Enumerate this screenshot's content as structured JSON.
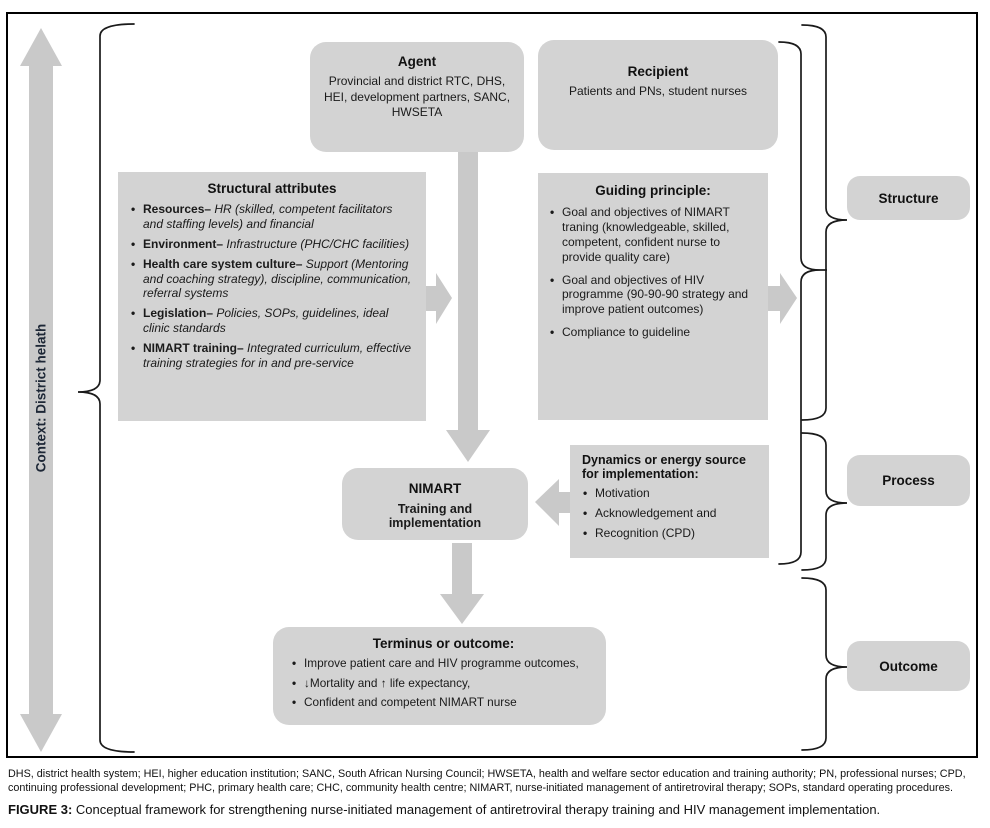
{
  "context": {
    "label": "Context: District helath"
  },
  "agent": {
    "title": "Agent",
    "body": "Provincial and district RTC, DHS, HEI, development partners, SANC, HWSETA"
  },
  "recipient": {
    "title": "Recipient",
    "body": "Patients and PNs, student nurses"
  },
  "structural": {
    "title": "Structural attributes",
    "bullets": [
      {
        "term": "Resources– ",
        "rest": "HR (skilled, competent facilitators and staffing levels) and financial"
      },
      {
        "term": "Environment– ",
        "rest": "Infrastructure (PHC/CHC facilities)"
      },
      {
        "term": "Health care system culture– ",
        "rest": "Support (Mentoring and coaching strategy), discipline, communication, referral systems"
      },
      {
        "term": "Legislation– ",
        "rest": "Policies, SOPs, guidelines, ideal clinic standards"
      },
      {
        "term": "NIMART training– ",
        "rest": "Integrated curriculum, effective training strategies for in and pre-service"
      }
    ]
  },
  "guiding": {
    "title": "Guiding principle:",
    "bullets": [
      "Goal and objectives of NIMART traning (knowledgeable, skilled, competent, confident nurse to provide quality care)",
      "Goal and objectives of HIV programme (90-90-90 strategy and improve patient outcomes)",
      "Compliance to guideline"
    ]
  },
  "nimart": {
    "title": "NIMART",
    "subtitle": "Training and implementation"
  },
  "dynamics": {
    "title": "Dynamics or energy source for implementation:",
    "bullets": [
      "Motivation",
      "Acknowledgement and",
      "Recognition (CPD)"
    ]
  },
  "terminus": {
    "title": "Terminus or outcome:",
    "bullets": [
      "Improve patient care and HIV programme outcomes,",
      "↓Mortality and ↑ life expectancy,",
      "Confident and competent NIMART nurse"
    ]
  },
  "labels": {
    "structure": "Structure",
    "process": "Process",
    "outcome": "Outcome"
  },
  "caption": {
    "abbreviations": "DHS, district health system; HEI, higher education institution; SANC, South African Nursing Council; HWSETA, health and welfare sector education and training authority; PN, professional nurses; CPD, continuing professional development; PHC, primary health care; CHC, community health centre; NIMART, nurse-initiated management of antiretroviral therapy; SOPs, standard operating procedures.",
    "figure_label": "FIGURE 3:",
    "figure_text": " Conceptual framework for strengthening nurse-initiated management of antiretroviral therapy training and HIV management implementation."
  },
  "colors": {
    "box_fill": "#d3d3d3",
    "arrow_fill": "#c9c9c9",
    "line": "#1a1a1a",
    "border": "#000000",
    "text": "#1a1a1a",
    "context_text": "#1d2736"
  }
}
